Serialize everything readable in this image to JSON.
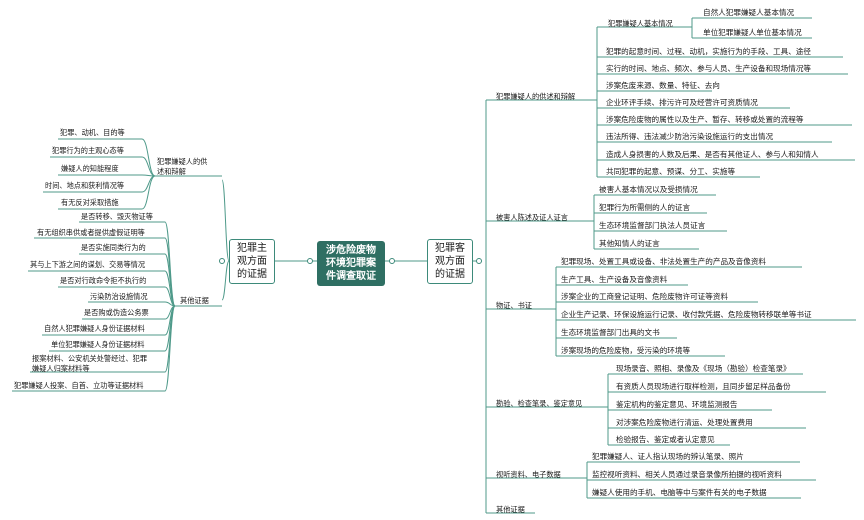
{
  "center": {
    "line1": "涉危险废物",
    "line2": "环境犯罪案",
    "line3": "件调查取证"
  },
  "left_main": {
    "line1": "犯罪主",
    "line2": "观方面",
    "line3": "的证据"
  },
  "right_main": {
    "line1": "犯罪客",
    "line2": "观方面",
    "line3": "的证据"
  },
  "left": {
    "confession": {
      "label_line1": "犯罪嫌疑人的供",
      "label_line2": "述和辩解",
      "items": [
        "犯罪、动机、目的等",
        "犯罪行为的主观心态等",
        "嫌疑人的知能程度",
        "时间、地点和获利情况等",
        "有无反对采取措施"
      ]
    },
    "other": {
      "label": "其他证据",
      "items": [
        "是否转移、毁灭物证等",
        "有无组织串供或者提供虚假证明等",
        "是否实施同类行为的",
        "其与上下游之间的谋划、交易等情况",
        "是否对行政命令拒不执行的",
        "污染防治设施情况",
        "是否购或伪造公务票",
        "自然人犯罪嫌疑人身份证据材料",
        "单位犯罪嫌疑人身份证据材料"
      ],
      "multi": {
        "line1": "报案材料、公安机关处警经过、犯罪",
        "line2": "嫌疑人归案材料等"
      },
      "last": "犯罪嫌疑人投案、自首、立功等证据材料"
    }
  },
  "right": {
    "g1": {
      "label": "犯罪嫌疑人的供述和辩解",
      "sub_label": "犯罪嫌疑人基本情况",
      "sub_items": [
        "自然人犯罪嫌疑人基本情况",
        "单位犯罪嫌疑人单位基本情况"
      ],
      "items": [
        "犯罪的起意时间、过程、动机，实施行为的手段、工具、途径",
        "实行的时间、地点、频次、参与人员、生产设备和现场情况等",
        "涉案危废来源、数量、特征、去向",
        "企业环评手续、排污许可及经营许可资质情况",
        "涉案危险废物的属性以及生产、暂存、转移或处置的流程等",
        "违法所得、违法减少防治污染设施运行的支出情况",
        "造成人身损害的人数及后果、是否有其他证人、参与人和知情人",
        "共同犯罪的起意、预谋、分工、实施等"
      ]
    },
    "g2": {
      "label": "被害人陈述及证人证言",
      "items": [
        "被害人基本情况以及受损情况",
        "犯罪行为所需侧的人的证言",
        "生态环境监督部门执法人员证言",
        "其他知情人的证言"
      ]
    },
    "g3": {
      "label": "物证、书证",
      "items": [
        "犯罪现场、处置工具或设备、非法处置生产的产品及音像资料",
        "生产工具、生产设备及音像资料",
        "涉案企业的工商登记证明、危险废物许可证等资料",
        "企业生产记录、环保设施运行记录、收付款凭据、危险废物转移联单等书证",
        "生态环境监督部门出具的文书",
        "涉案现场的危险废物，受污染的环境等"
      ]
    },
    "g4": {
      "label": "勘验、检查笔录、鉴定意见",
      "items": [
        "现场录音、照相、录像及《现场（勘验）检查笔录》",
        "有资质人员现场进行取样检测，且同步留足样品备份",
        "鉴定机构的鉴定意见、环境监测报告",
        "对涉案危险废物进行清运、处理处置费用",
        "检验报告、鉴定或者认定意见"
      ]
    },
    "g5": {
      "label": "视听资料、电子数据",
      "items": [
        "犯罪嫌疑人、证人指认现场的辨认笔录、照片",
        "监控视听资料、相关人员通过录音录像所拍摄的视听资料",
        "嫌疑人使用的手机、电脑等中与案件有关的电子数据"
      ]
    },
    "g6": {
      "label": "其他证据"
    }
  }
}
